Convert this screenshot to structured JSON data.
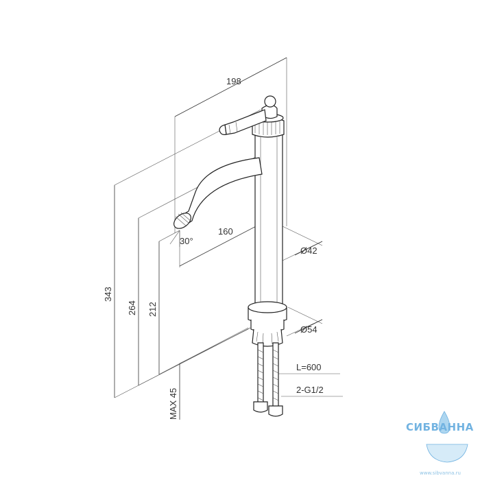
{
  "dimensions": {
    "width_total": "198",
    "height_total": "343",
    "height_spout_top": "264",
    "height_spout_outlet": "212",
    "spout_reach": "160",
    "spout_angle": "30°",
    "body_diameter": "Ø42",
    "base_diameter": "Ø54",
    "max_deck": "MAX 45",
    "hose_length": "L=600",
    "connection": "2-G1/2"
  },
  "watermark": {
    "brand": "СИБВАННА",
    "url": "www.sibvanna.ru"
  },
  "colors": {
    "line": "#333333",
    "watermark": "#5aa6dc"
  }
}
